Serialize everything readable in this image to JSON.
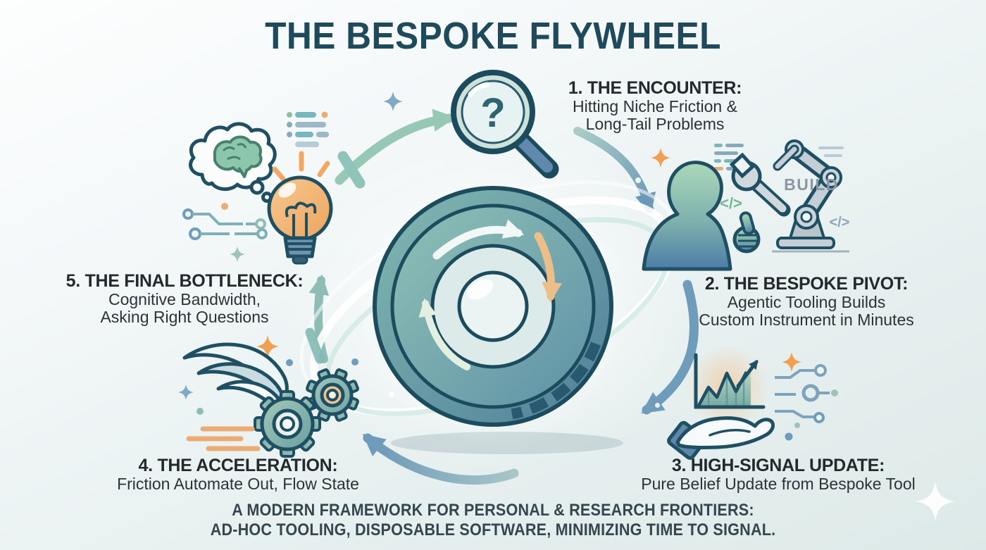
{
  "title": "THE BESPOKE FLYWHEEL",
  "steps": [
    {
      "heading": "1. THE ENCOUNTER:",
      "line1": "Hitting Niche Friction &",
      "line2": "Long-Tail Problems",
      "icon": "magnifying-glass-question"
    },
    {
      "heading": "2. THE BESPOKE PIVOT:",
      "line1": "Agentic Tooling Builds",
      "line2": "Custom Instrument in Minutes",
      "icon": "person-thumbs-up-robot-arm",
      "icon_label": "BUILD"
    },
    {
      "heading": "3. HIGH-SIGNAL UPDATE:",
      "line1": "Pure Belief Update from Bespoke Tool",
      "icon": "hand-holding-growth-chart"
    },
    {
      "heading": "4. THE ACCELERATION:",
      "line1": "Friction Automate Out, Flow State",
      "icon": "winged-gears"
    },
    {
      "heading": "5. THE FINAL BOTTLENECK:",
      "line1": "Cognitive Bandwidth,",
      "line2": "Asking Right Questions",
      "icon": "brain-thought-lightbulb"
    }
  ],
  "footer": {
    "line1": "A MODERN FRAMEWORK FOR PERSONAL & RESEARCH FRONTIERS:",
    "line2": "AD-HOC TOOLING, DISPOSABLE SOFTWARE, MINIMIZING TIME TO SIGNAL."
  },
  "decorations": {
    "question_mark": "?",
    "code_glyph": "</>"
  },
  "colors": {
    "title": "#1f4a5c",
    "step_text": "#23292d",
    "footer_text": "#35464e",
    "navy_outline": "#1d4b5e",
    "teal_arrow": "#97c8b5",
    "blue_arrow": "#6f9cba",
    "orange_accent": "#efa964",
    "wheel_teal": "#6fa3a9",
    "robot_gray": "#c3ced6"
  }
}
